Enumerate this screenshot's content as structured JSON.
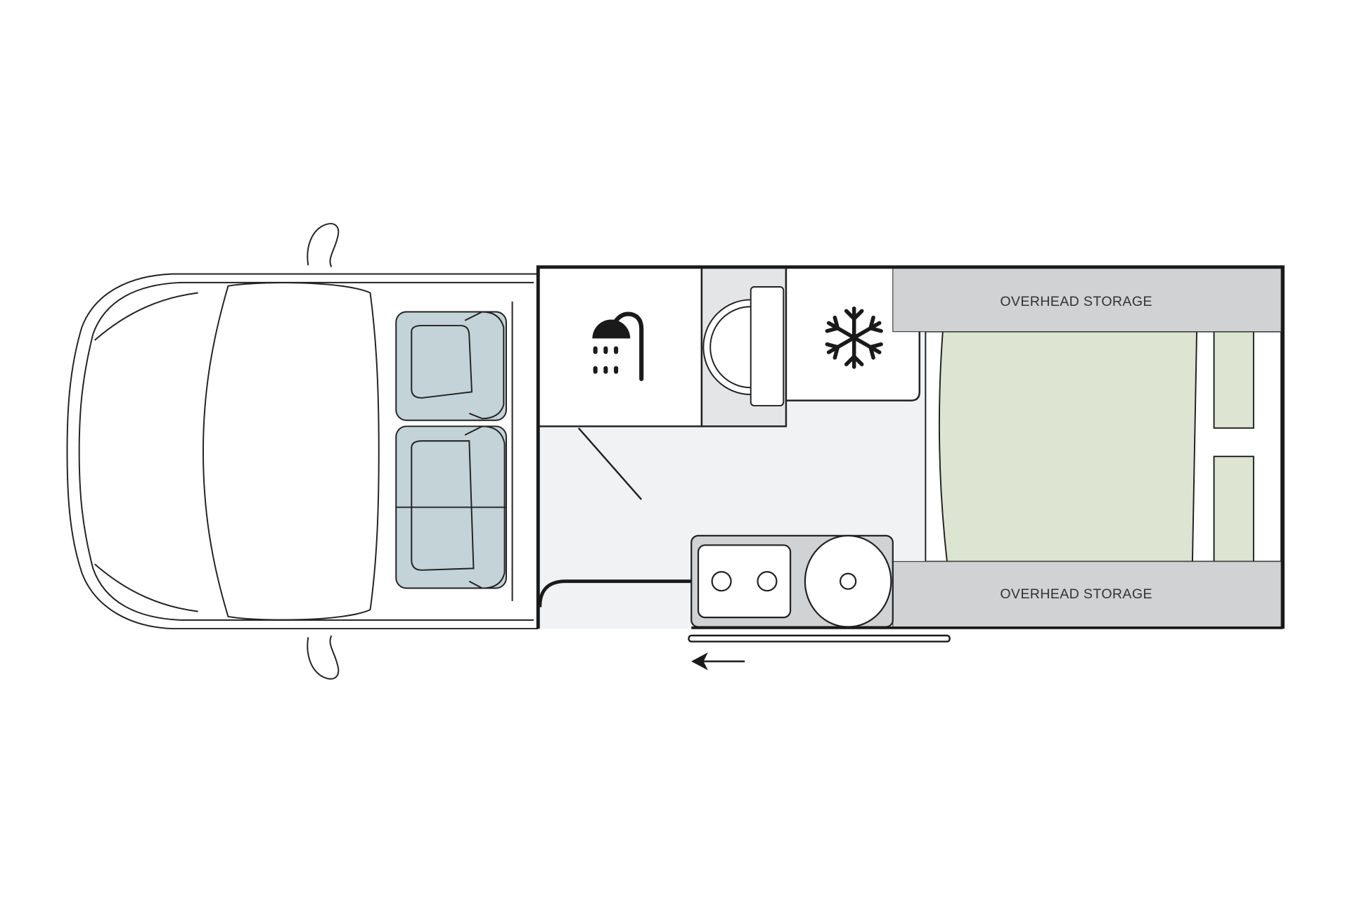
{
  "title": "Campervan floor plan",
  "labels": {
    "overhead_top": "OVERHEAD STORAGE",
    "overhead_bottom": "OVERHEAD STORAGE"
  },
  "icons": {
    "shower": "shower-icon",
    "fridge": "snowflake-icon",
    "door_direction": "arrow-left-icon"
  },
  "colors": {
    "outline": "#1a1a1a",
    "floor": "#f1f2f4",
    "storage": "#d1d2d4",
    "toilet_room": "#e4e5e7",
    "bed": "#dde5d2",
    "seat": "#c3d3d8"
  }
}
